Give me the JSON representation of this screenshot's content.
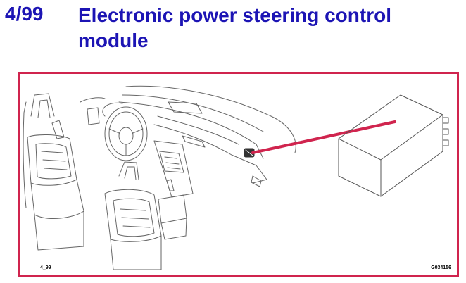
{
  "header": {
    "ref": "4/99",
    "title": "Electronic power steering control module"
  },
  "figure": {
    "code_left": "4_99",
    "code_right": "G034156",
    "colors": {
      "heading": "#1c14b4",
      "frame": "#d0244e",
      "pointer": "#d0244e",
      "line": "#666666"
    }
  }
}
